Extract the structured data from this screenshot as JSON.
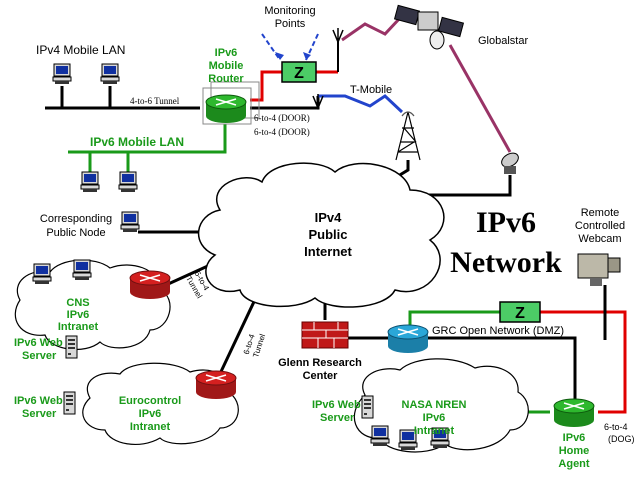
{
  "title": {
    "line1": "IPv6",
    "line2": "Network"
  },
  "colors": {
    "link": "#000000",
    "green": "#1a9a1a",
    "red": "#e00000",
    "purple": "#993366",
    "blue": "#2244cc",
    "router_red": "#d42020",
    "router_green": "#2eb82e",
    "router_blue": "#2aa7d8",
    "modem": "#4ccc66"
  },
  "labels": {
    "ipv4_mobile_lan": "IPv4 Mobile LAN",
    "ipv6_mobile_router": [
      "IPv6",
      "Mobile",
      "Router"
    ],
    "monitoring_points": [
      "Monitoring",
      "Points"
    ],
    "globalstar": "Globalstar",
    "t_mobile": "T-Mobile",
    "tunnel_4to6": "4-to-6 Tunnel",
    "door1": "6-to-4 (DOOR)",
    "door2": "6-to-4 (DOOR)",
    "ipv6_mobile_lan": "IPv6 Mobile LAN",
    "corresponding": [
      "Corresponding",
      "Public Node"
    ],
    "internet": [
      "IPv4",
      "Public",
      "Internet"
    ],
    "remote_webcam": [
      "Remote",
      "Controlled",
      "Webcam"
    ],
    "cns": [
      "CNS",
      "IPv6",
      "Intranet"
    ],
    "tunnel_cns": [
      "6-to-4",
      "Tunnel"
    ],
    "tunnel_euro": [
      "6-to-4",
      "Tunnel"
    ],
    "web_server_cns": [
      "IPv6 Web",
      "Server"
    ],
    "web_server_euro": [
      "IPv6 Web",
      "Server"
    ],
    "web_server_nasa": [
      "IPv6 Web",
      "Server"
    ],
    "grc": [
      "Glenn Research",
      "Center"
    ],
    "grc_network": "GRC Open Network (DMZ)",
    "eurocontrol": [
      "Eurocontrol",
      "IPv6",
      "Intranet"
    ],
    "nasa": [
      "NASA NREN",
      "IPv6",
      "Intranet"
    ],
    "home_agent": [
      "IPv6",
      "Home",
      "Agent"
    ],
    "dog": [
      "6-to-4",
      "(DOG)"
    ],
    "modem_letter": "Z"
  }
}
